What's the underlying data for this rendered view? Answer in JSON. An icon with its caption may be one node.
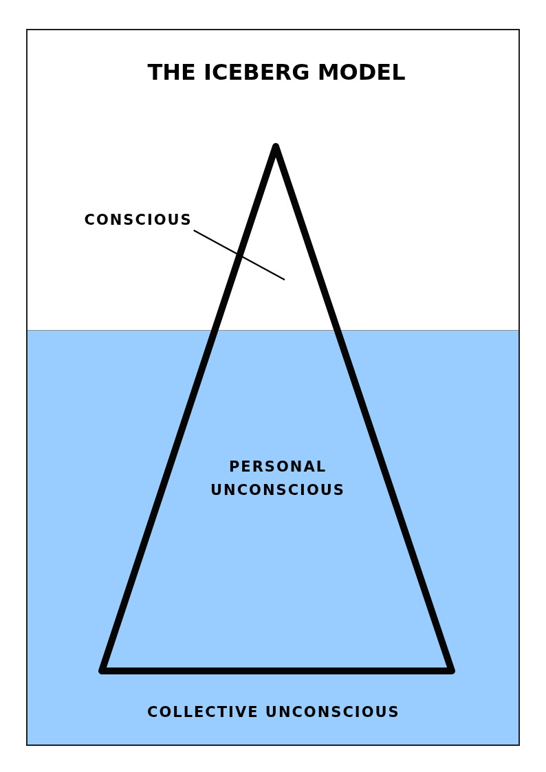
{
  "diagram": {
    "title": "THE ICEBERG MODEL",
    "nodes": [
      {
        "text": [
          "PERSONAL UNCONSCIOUS"
        ]
      },
      {
        "text": [
          "CONSCIOUS"
        ]
      },
      {
        "text": [
          "COLLECTIVE UNCONSCIOUS"
        ]
      }
    ],
    "edges": [
      {
        "from": 1,
        "to": 0,
        "arrow": "none"
      }
    ]
  }
}
